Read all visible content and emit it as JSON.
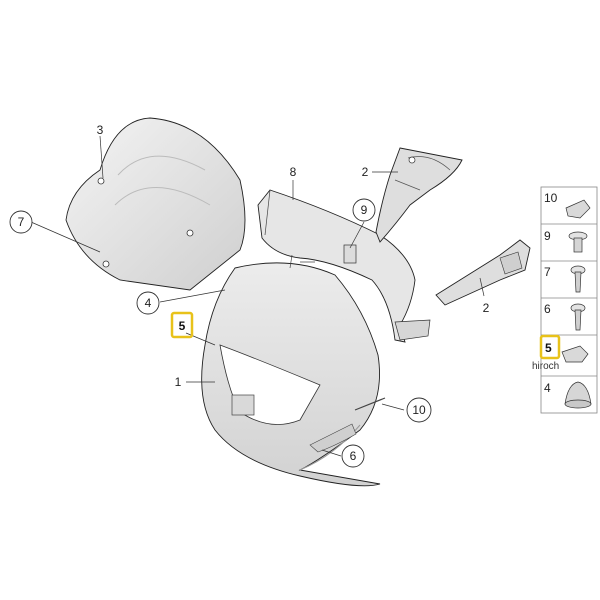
{
  "callouts": {
    "c3": "3",
    "c7": "7",
    "c4": "4",
    "c5": "5",
    "c1": "1",
    "c8": "8",
    "c9": "9",
    "c2a": "2",
    "c2b": "2",
    "c10": "10",
    "c6": "6"
  },
  "legend": {
    "items": [
      "10",
      "9",
      "7",
      "6",
      "5",
      "4"
    ]
  },
  "watermark": "hiroch",
  "colors": {
    "highlight": "#e8c21a",
    "part_fill": "#ededed",
    "part_shade": "#d6d6d6",
    "line": "#333333"
  }
}
